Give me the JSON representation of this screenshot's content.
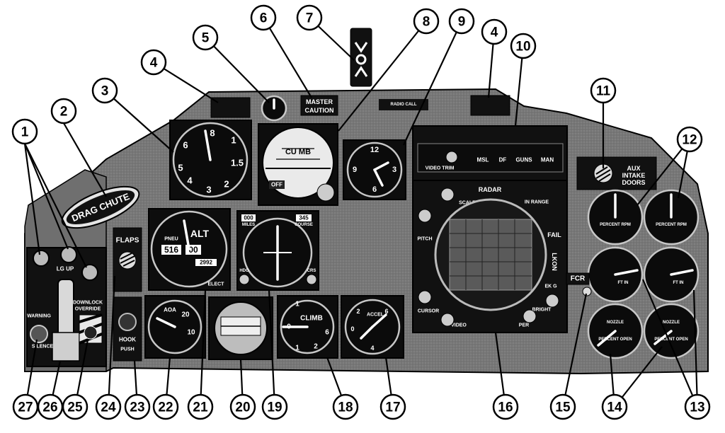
{
  "callouts": [
    "1",
    "2",
    "3",
    "4",
    "5",
    "6",
    "7",
    "8",
    "9",
    "10",
    "11",
    "12",
    "13",
    "14",
    "15",
    "16",
    "17",
    "18",
    "19",
    "20",
    "21",
    "22",
    "23",
    "24",
    "25",
    "26",
    "27"
  ],
  "panel_labels": {
    "drag_chute": "DRAG CHUTE",
    "master_caution_line1": "MASTER",
    "master_caution_line2": "CAUTION",
    "radio_call": "RADIO CALL",
    "aux_intake_line1": "AUX",
    "aux_intake_line2": "INTAKE",
    "aux_intake_line3": "DOORS",
    "flaps": "FLAPS",
    "hook": "HOOK",
    "push": "PUSH",
    "lg_up": "LG UP",
    "downlock_line1": "DOWNLOCK",
    "downlock_line2": "OVERRIDE",
    "warning": "WARNING",
    "silence": "SILENCE",
    "fcr": "FCR",
    "video_trim": "VIDEO TRIM",
    "msl": "MSL",
    "df": "DF",
    "guns": "GUNS",
    "man": "MAN",
    "radar": "RADAR",
    "scale": "SCALE",
    "in_range": "IN RANGE",
    "pitch": "PITCH",
    "fail": "FAIL",
    "lock_on": "LKON",
    "ek_g": "EK G",
    "cursor": "CURSOR",
    "bright": "BRIGHT",
    "video": "VIDEO",
    "per": "PER",
    "alt": "ALT",
    "pneu": "PNEU",
    "elect": "ELECT",
    "miles": "MILES",
    "course": "COURSE",
    "hdg": "HDG",
    "crs": "CRS",
    "climb": "CLIMB",
    "aoa": "AOA",
    "accel": "ACCEL",
    "percent_rpm": "PERCENT RPM",
    "nozzle": "NOZZLE",
    "percent_open": "PERCENT OPEN",
    "ft_in": "FT IN",
    "off": "OFF",
    "cu_mb": "CU MB"
  },
  "readouts": {
    "altitude_counter_1": "516",
    "altitude_counter_2": "00",
    "baro_window": "2992",
    "course_window": "345",
    "miles_window": "000"
  },
  "colors": {
    "panel": "#7a7a7a",
    "panel_dark": "#555555",
    "bezel": "#0d0d0d",
    "callout_stroke": "#000000",
    "background": "#ffffff"
  }
}
